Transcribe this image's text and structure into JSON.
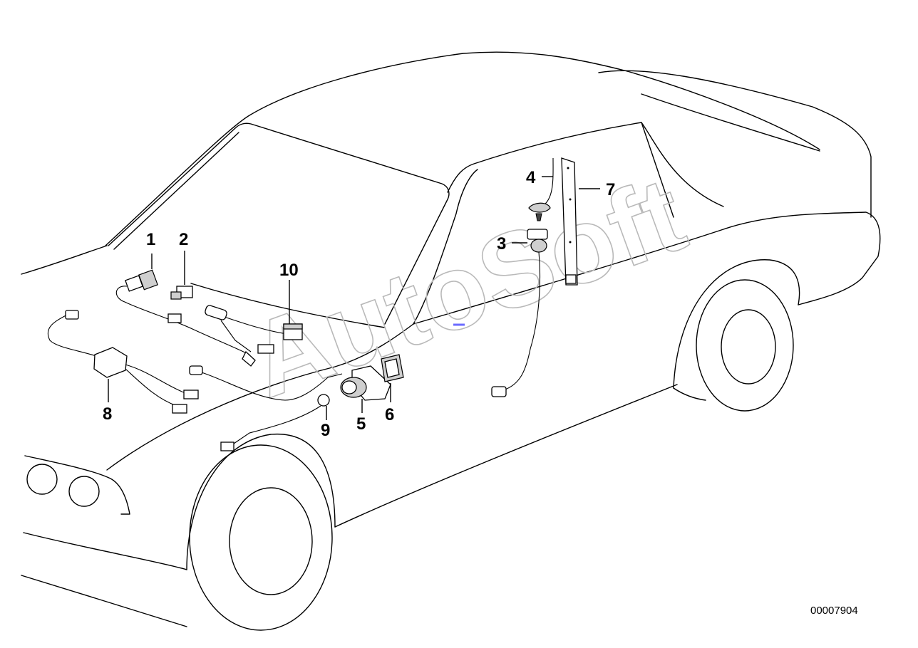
{
  "diagram": {
    "callouts": [
      "1",
      "2",
      "3",
      "4",
      "5",
      "6",
      "7",
      "8",
      "9",
      "10"
    ],
    "drawing_number": "00007904",
    "watermark": "AutoSoft"
  }
}
